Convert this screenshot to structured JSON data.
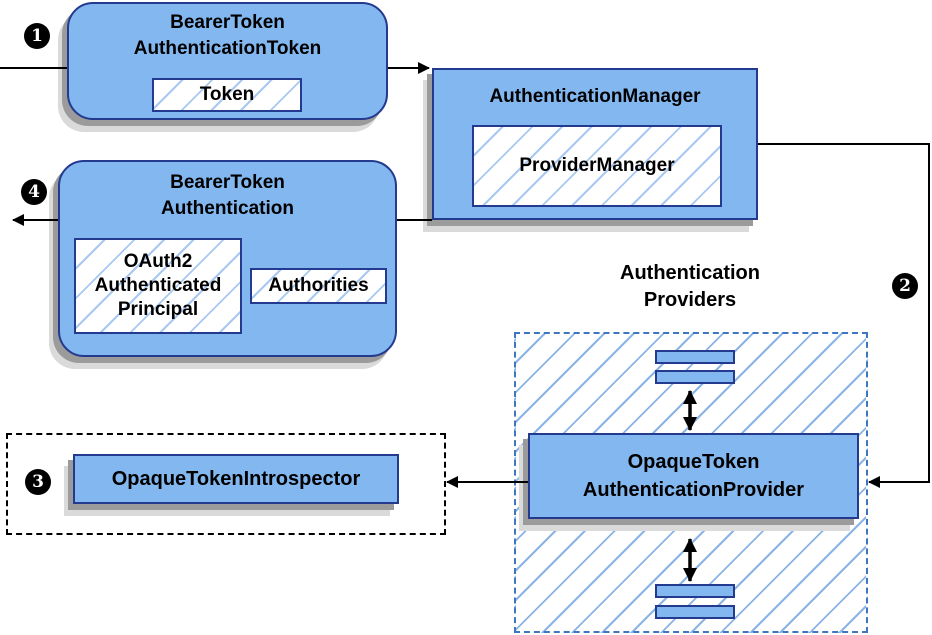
{
  "diagram": {
    "step_markers": {
      "step1": "1",
      "step2": "2",
      "step3": "3",
      "step4": "4"
    },
    "colors": {
      "node_fill": "#83b7ef",
      "node_border": "#243a8f",
      "hatch_inner": "#a8c8f2",
      "hatch_container": "#8ab4e6",
      "dashed_container_border": "#3e76bf",
      "dotted_container_border": "#000000",
      "shadow": "#9b9b9b",
      "connector": "#000000"
    },
    "nodes": {
      "bearer_token_authentication_token": {
        "title_line1": "BearerToken",
        "title_line2": "AuthenticationToken",
        "token_label": "Token"
      },
      "authentication_manager": {
        "title": "AuthenticationManager",
        "provider_manager_label": "ProviderManager"
      },
      "bearer_token_authentication": {
        "title_line1": "BearerToken",
        "title_line2": "Authentication",
        "principal_line1": "OAuth2",
        "principal_line2": "Authenticated",
        "principal_line3": "Principal",
        "authorities_label": "Authorities"
      },
      "opaque_token_introspector": {
        "label": "OpaqueTokenIntrospector"
      },
      "authentication_providers": {
        "heading_line1": "Authentication",
        "heading_line2": "Providers",
        "provider_line1": "OpaqueToken",
        "provider_line2": "AuthenticationProvider"
      }
    }
  }
}
